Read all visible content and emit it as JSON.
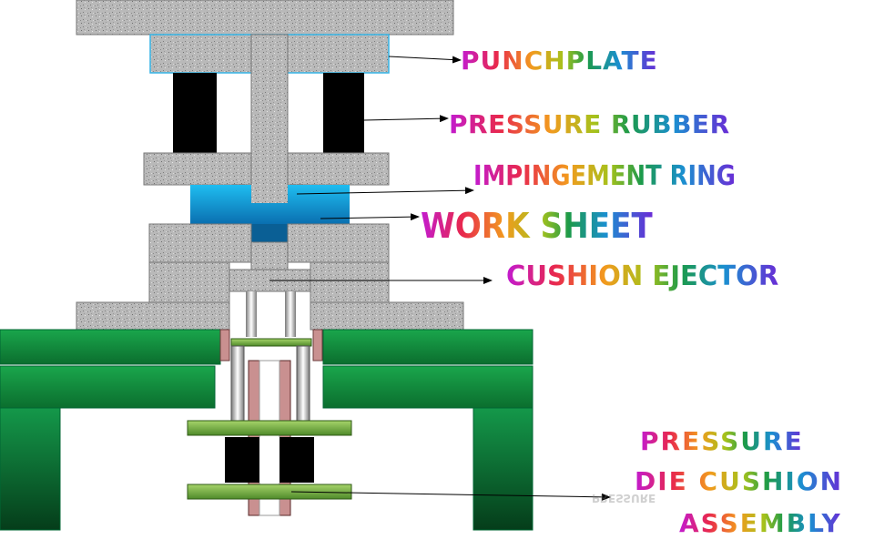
{
  "labels": {
    "punchplate": "PUNCHPLATE",
    "pressure_rubber": "PRESSURE RUBBER",
    "impingement_ring": "IMPINGEMENT RING",
    "work_sheet": "WORK SHEET",
    "cushion_ejector": "CUSHION EJECTOR",
    "pressure": "PRESSURE",
    "die_cushion": "DIE CUSHION",
    "assembly": "ASSEMBLY"
  },
  "colors": {
    "granite": "#b8b8b8",
    "rubber": "#000000",
    "work_sheet": "#0aa6e0",
    "frame_green": "#0d8a3a",
    "plate_green": "#7fb24a",
    "pin_pink": "#c99090"
  }
}
